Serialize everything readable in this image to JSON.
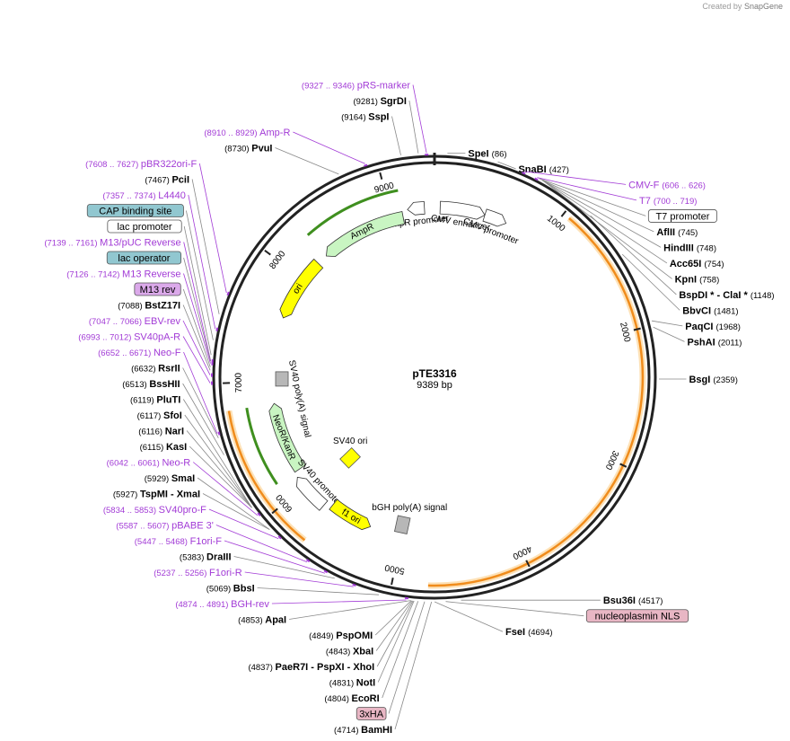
{
  "credit": {
    "prefix": "Created by",
    "brand": "SnapGene"
  },
  "plasmid": {
    "name": "pTE3316",
    "length_label": "9389 bp",
    "length": 9389
  },
  "colors": {
    "backbone": "#222222",
    "site_line": "#888888",
    "primer": "#a23bd6",
    "orange_feature": "#f08c1c",
    "orange_glow": "#fde2b8",
    "green_feature": "#3f8f1f",
    "green_arrow_fill": "#c9f5c2",
    "yellow": "#ffff00",
    "promoter_fill": "#ffffff",
    "grey_box": "#b7b7b7",
    "teal_box": "#91c7d0",
    "pink_label": "#e8b6c4",
    "purple_label": "#dba9ea"
  },
  "ticks": [
    {
      "pos": 1000,
      "label": "1000"
    },
    {
      "pos": 2000,
      "label": "2000"
    },
    {
      "pos": 3000,
      "label": "3000"
    },
    {
      "pos": 4000,
      "label": "4000"
    },
    {
      "pos": 5000,
      "label": "5000"
    },
    {
      "pos": 6000,
      "label": "6000"
    },
    {
      "pos": 7000,
      "label": "7000"
    },
    {
      "pos": 8000,
      "label": "8000"
    },
    {
      "pos": 9000,
      "label": "9000"
    }
  ],
  "sites": [
    {
      "name": "SpeI",
      "pos": "(86)",
      "bp": 86,
      "kind": "enzyme",
      "side": "right"
    },
    {
      "name": "SnaBI",
      "pos": "(427)",
      "bp": 427,
      "kind": "enzyme",
      "side": "right"
    },
    {
      "name": "CMV-F",
      "pos": "(606 .. 626)",
      "bp": 616,
      "kind": "primer",
      "side": "right"
    },
    {
      "name": "T7",
      "pos": "(700 .. 719)",
      "bp": 710,
      "kind": "primer",
      "side": "right"
    },
    {
      "name": "T7 promoter",
      "pos": "",
      "bp": 725,
      "kind": "box_white",
      "side": "right"
    },
    {
      "name": "AflII",
      "pos": "(745)",
      "bp": 745,
      "kind": "enzyme",
      "side": "right"
    },
    {
      "name": "HindIII",
      "pos": "(748)",
      "bp": 748,
      "kind": "enzyme",
      "side": "right"
    },
    {
      "name": "Acc65I",
      "pos": "(754)",
      "bp": 754,
      "kind": "enzyme",
      "side": "right"
    },
    {
      "name": "KpnI",
      "pos": "(758)",
      "bp": 758,
      "kind": "enzyme",
      "side": "right"
    },
    {
      "name": "BspDI * - ClaI *",
      "pos": "(1148)",
      "bp": 1148,
      "kind": "enzyme",
      "side": "right"
    },
    {
      "name": "BbvCI",
      "pos": "(1481)",
      "bp": 1481,
      "kind": "enzyme",
      "side": "right"
    },
    {
      "name": "PaqCI",
      "pos": "(1968)",
      "bp": 1968,
      "kind": "enzyme",
      "side": "right"
    },
    {
      "name": "PshAI",
      "pos": "(2011)",
      "bp": 2011,
      "kind": "enzyme",
      "side": "right"
    },
    {
      "name": "BsgI",
      "pos": "(2359)",
      "bp": 2359,
      "kind": "enzyme",
      "side": "right"
    },
    {
      "name": "Bsu36I",
      "pos": "(4517)",
      "bp": 4517,
      "kind": "enzyme",
      "side": "right"
    },
    {
      "name": "nucleoplasmin NLS",
      "pos": "",
      "bp": 4620,
      "kind": "box_pink",
      "side": "right"
    },
    {
      "name": "FseI",
      "pos": "(4694)",
      "bp": 4694,
      "kind": "enzyme",
      "side": "right"
    },
    {
      "name": "BamHI",
      "pos": "(4714)",
      "bp": 4714,
      "kind": "enzyme",
      "side": "left"
    },
    {
      "name": "3xHA",
      "pos": "",
      "bp": 4760,
      "kind": "box_pink",
      "side": "left"
    },
    {
      "name": "EcoRI",
      "pos": "(4804)",
      "bp": 4804,
      "kind": "enzyme",
      "side": "left"
    },
    {
      "name": "NotI",
      "pos": "(4831)",
      "bp": 4831,
      "kind": "enzyme",
      "side": "left"
    },
    {
      "name": "PaeR7I - PspXI - XhoI",
      "pos": "(4837)",
      "bp": 4837,
      "kind": "enzyme",
      "side": "left"
    },
    {
      "name": "XbaI",
      "pos": "(4843)",
      "bp": 4843,
      "kind": "enzyme",
      "side": "left"
    },
    {
      "name": "PspOMI",
      "pos": "(4849)",
      "bp": 4849,
      "kind": "enzyme",
      "side": "left"
    },
    {
      "name": "ApaI",
      "pos": "(4853)",
      "bp": 4853,
      "kind": "enzyme",
      "side": "left"
    },
    {
      "name": "BGH-rev",
      "pos": "(4874 .. 4891)",
      "bp": 4882,
      "kind": "primer",
      "side": "left"
    },
    {
      "name": "BbsI",
      "pos": "(5069)",
      "bp": 5069,
      "kind": "enzyme",
      "side": "left"
    },
    {
      "name": "F1ori-R",
      "pos": "(5237 .. 5256)",
      "bp": 5246,
      "kind": "primer",
      "side": "left"
    },
    {
      "name": "DraIII",
      "pos": "(5383)",
      "bp": 5383,
      "kind": "enzyme",
      "side": "left"
    },
    {
      "name": "F1ori-F",
      "pos": "(5447 .. 5468)",
      "bp": 5457,
      "kind": "primer",
      "side": "left"
    },
    {
      "name": "pBABE 3'",
      "pos": "(5587 .. 5607)",
      "bp": 5597,
      "kind": "primer",
      "side": "left"
    },
    {
      "name": "SV40pro-F",
      "pos": "(5834 .. 5853)",
      "bp": 5843,
      "kind": "primer",
      "side": "left"
    },
    {
      "name": "TspMI - XmaI",
      "pos": "(5927)",
      "bp": 5927,
      "kind": "enzyme",
      "side": "left"
    },
    {
      "name": "SmaI",
      "pos": "(5929)",
      "bp": 5929,
      "kind": "enzyme",
      "side": "left"
    },
    {
      "name": "Neo-R",
      "pos": "(6042 .. 6061)",
      "bp": 6051,
      "kind": "primer",
      "side": "left"
    },
    {
      "name": "KasI",
      "pos": "(6115)",
      "bp": 6115,
      "kind": "enzyme",
      "side": "left"
    },
    {
      "name": "NarI",
      "pos": "(6116)",
      "bp": 6116,
      "kind": "enzyme",
      "side": "left"
    },
    {
      "name": "SfoI",
      "pos": "(6117)",
      "bp": 6117,
      "kind": "enzyme",
      "side": "left"
    },
    {
      "name": "PluTI",
      "pos": "(6119)",
      "bp": 6119,
      "kind": "enzyme",
      "side": "left"
    },
    {
      "name": "BssHII",
      "pos": "(6513)",
      "bp": 6513,
      "kind": "enzyme",
      "side": "left"
    },
    {
      "name": "RsrII",
      "pos": "(6632)",
      "bp": 6632,
      "kind": "enzyme",
      "side": "left"
    },
    {
      "name": "Neo-F",
      "pos": "(6652 .. 6671)",
      "bp": 6661,
      "kind": "primer",
      "side": "left"
    },
    {
      "name": "SV40pA-R",
      "pos": "(6993 .. 7012)",
      "bp": 7002,
      "kind": "primer",
      "side": "left"
    },
    {
      "name": "EBV-rev",
      "pos": "(7047 .. 7066)",
      "bp": 7056,
      "kind": "primer",
      "side": "left"
    },
    {
      "name": "BstZ17I",
      "pos": "(7088)",
      "bp": 7088,
      "kind": "enzyme",
      "side": "left"
    },
    {
      "name": "M13 rev",
      "pos": "",
      "bp": 7110,
      "kind": "box_purple",
      "side": "left"
    },
    {
      "name": "M13 Reverse",
      "pos": "(7126 .. 7142)",
      "bp": 7134,
      "kind": "primer",
      "side": "left"
    },
    {
      "name": "lac operator",
      "pos": "",
      "bp": 7148,
      "kind": "box_teal",
      "side": "left"
    },
    {
      "name": "M13/pUC Reverse",
      "pos": "(7139 .. 7161)",
      "bp": 7150,
      "kind": "primer",
      "side": "left"
    },
    {
      "name": "lac promoter",
      "pos": "",
      "bp": 7190,
      "kind": "box_white",
      "side": "left"
    },
    {
      "name": "CAP binding site",
      "pos": "",
      "bp": 7290,
      "kind": "box_teal",
      "side": "left"
    },
    {
      "name": "L4440",
      "pos": "(7357 .. 7374)",
      "bp": 7365,
      "kind": "primer",
      "side": "left"
    },
    {
      "name": "PciI",
      "pos": "(7467)",
      "bp": 7467,
      "kind": "enzyme",
      "side": "left"
    },
    {
      "name": "pBR322ori-F",
      "pos": "(7608 .. 7627)",
      "bp": 7617,
      "kind": "primer",
      "side": "left"
    },
    {
      "name": "PvuI",
      "pos": "(8730)",
      "bp": 8730,
      "kind": "enzyme",
      "side": "left"
    },
    {
      "name": "Amp-R",
      "pos": "(8910 .. 8929)",
      "bp": 8919,
      "kind": "primer",
      "side": "left"
    },
    {
      "name": "SspI",
      "pos": "(9164)",
      "bp": 9164,
      "kind": "enzyme",
      "side": "left"
    },
    {
      "name": "SgrDI",
      "pos": "(9281)",
      "bp": 9281,
      "kind": "enzyme",
      "side": "left"
    },
    {
      "name": "pRS-marker",
      "pos": "(9327 .. 9346)",
      "bp": 9336,
      "kind": "primer",
      "side": "left"
    }
  ],
  "features": [
    {
      "name": "",
      "type": "orange",
      "start": 1050,
      "end": 4740,
      "dir": "ccw"
    },
    {
      "name": "",
      "type": "orange",
      "start": 5700,
      "end": 6800,
      "dir": "cw"
    },
    {
      "name": "",
      "type": "green",
      "start": 8300,
      "end": 9100,
      "dir": "ccw"
    },
    {
      "name": "",
      "type": "green",
      "start": 6150,
      "end": 6800,
      "dir": "cw"
    },
    {
      "name": "AmpR promoter",
      "type": "promoter",
      "start": 9150,
      "end": 9300,
      "dir": "ccw"
    },
    {
      "name": "AmpR",
      "type": "green_arrow",
      "start": 8300,
      "end": 9100,
      "dir": "ccw"
    },
    {
      "name": "CMV enhancer",
      "type": "promoter",
      "start": 50,
      "end": 450,
      "dir": "cw"
    },
    {
      "name": "CMV promoter",
      "type": "promoter",
      "start": 450,
      "end": 650,
      "dir": "cw"
    },
    {
      "name": "ori",
      "type": "yellow_arrow",
      "start": 7600,
      "end": 8200,
      "dir": "ccw"
    },
    {
      "name": "SV40 poly(A) signal",
      "type": "label",
      "start": 6960,
      "end": 7090,
      "dir": "ccw"
    },
    {
      "name": "NeoR/KanR",
      "type": "green_arrow",
      "start": 6150,
      "end": 6800,
      "dir": "cw"
    },
    {
      "name": "SV40 promoter",
      "type": "promoter",
      "start": 5760,
      "end": 6100,
      "dir": "cw"
    },
    {
      "name": "SV40 ori",
      "type": "yellow_box",
      "start": 5850,
      "end": 5950,
      "dir": "none"
    },
    {
      "name": "f1 ori",
      "type": "yellow_arrow",
      "start": 5300,
      "end": 5700,
      "dir": "ccw"
    },
    {
      "name": "bGH poly(A) signal",
      "type": "grey_box",
      "start": 4900,
      "end": 5130,
      "dir": "none"
    }
  ]
}
